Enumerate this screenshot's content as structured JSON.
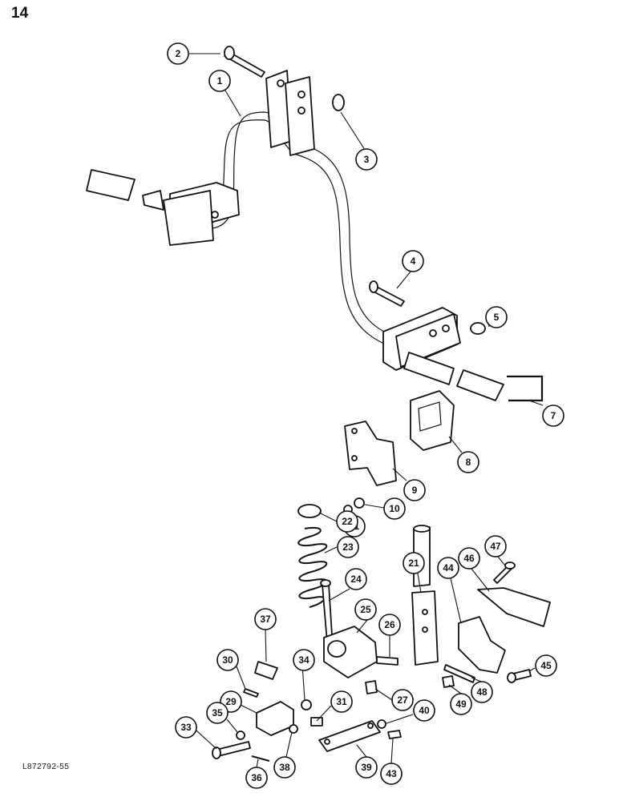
{
  "page": {
    "number": "14",
    "figure_code": "L872792-55"
  },
  "balloons": [
    {
      "id": "1",
      "label": "1"
    },
    {
      "id": "2",
      "label": "2"
    },
    {
      "id": "3",
      "label": "3"
    },
    {
      "id": "4",
      "label": "4"
    },
    {
      "id": "5",
      "label": "5"
    },
    {
      "id": "7",
      "label": "7"
    },
    {
      "id": "8",
      "label": "8"
    },
    {
      "id": "9",
      "label": "9"
    },
    {
      "id": "10",
      "label": "10"
    },
    {
      "id": "11",
      "label": "11"
    },
    {
      "id": "21",
      "label": "21"
    },
    {
      "id": "22",
      "label": "22"
    },
    {
      "id": "23",
      "label": "23"
    },
    {
      "id": "24",
      "label": "24"
    },
    {
      "id": "25",
      "label": "25"
    },
    {
      "id": "26",
      "label": "26"
    },
    {
      "id": "27",
      "label": "27"
    },
    {
      "id": "29",
      "label": "29"
    },
    {
      "id": "30",
      "label": "30"
    },
    {
      "id": "31",
      "label": "31"
    },
    {
      "id": "33",
      "label": "33"
    },
    {
      "id": "34",
      "label": "34"
    },
    {
      "id": "35",
      "label": "35"
    },
    {
      "id": "36",
      "label": "36"
    },
    {
      "id": "37",
      "label": "37"
    },
    {
      "id": "38",
      "label": "38"
    },
    {
      "id": "39",
      "label": "39"
    },
    {
      "id": "40",
      "label": "40"
    },
    {
      "id": "43",
      "label": "43"
    },
    {
      "id": "44",
      "label": "44"
    },
    {
      "id": "45",
      "label": "45"
    },
    {
      "id": "46",
      "label": "46"
    },
    {
      "id": "47",
      "label": "47"
    },
    {
      "id": "48",
      "label": "48"
    },
    {
      "id": "49",
      "label": "49"
    }
  ],
  "colors": {
    "line": "#111111",
    "paper": "#ffffff"
  }
}
